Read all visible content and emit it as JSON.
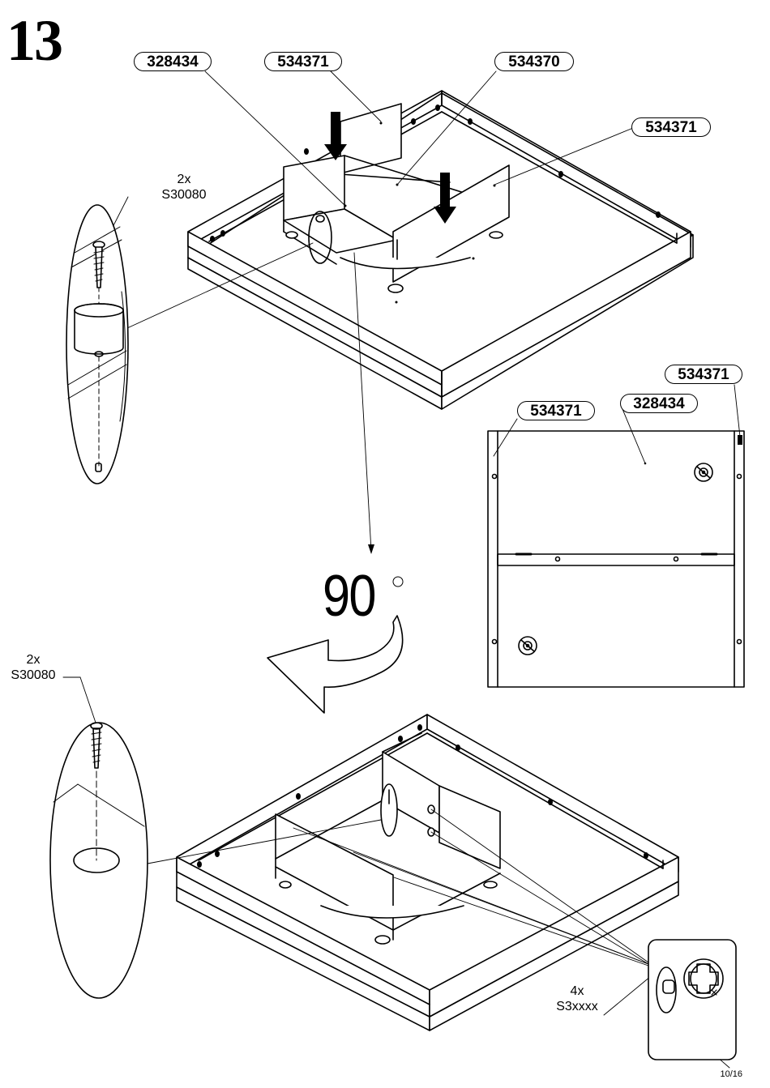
{
  "step": {
    "number": "13"
  },
  "part_labels": {
    "top_left": "328434",
    "top_center": "534371",
    "top_right": "534370",
    "top_far_right": "534371",
    "panel_left": "534371",
    "panel_center": "328434",
    "panel_right": "534371"
  },
  "hardware_notes": {
    "top_screws": {
      "qty": "2x",
      "code": "S30080"
    },
    "bottom_screws": {
      "qty": "2x",
      "code": "S30080"
    },
    "caps": {
      "qty": "4x",
      "code": "S3xxxx"
    }
  },
  "rotation": {
    "angle": "90"
  },
  "footer": {
    "page": "10/16"
  },
  "icons": [
    "down-arrow-icon",
    "rotate-arrow-icon",
    "degree-icon",
    "screw-icon",
    "cam-lock-icon",
    "cover-cap-icon"
  ]
}
